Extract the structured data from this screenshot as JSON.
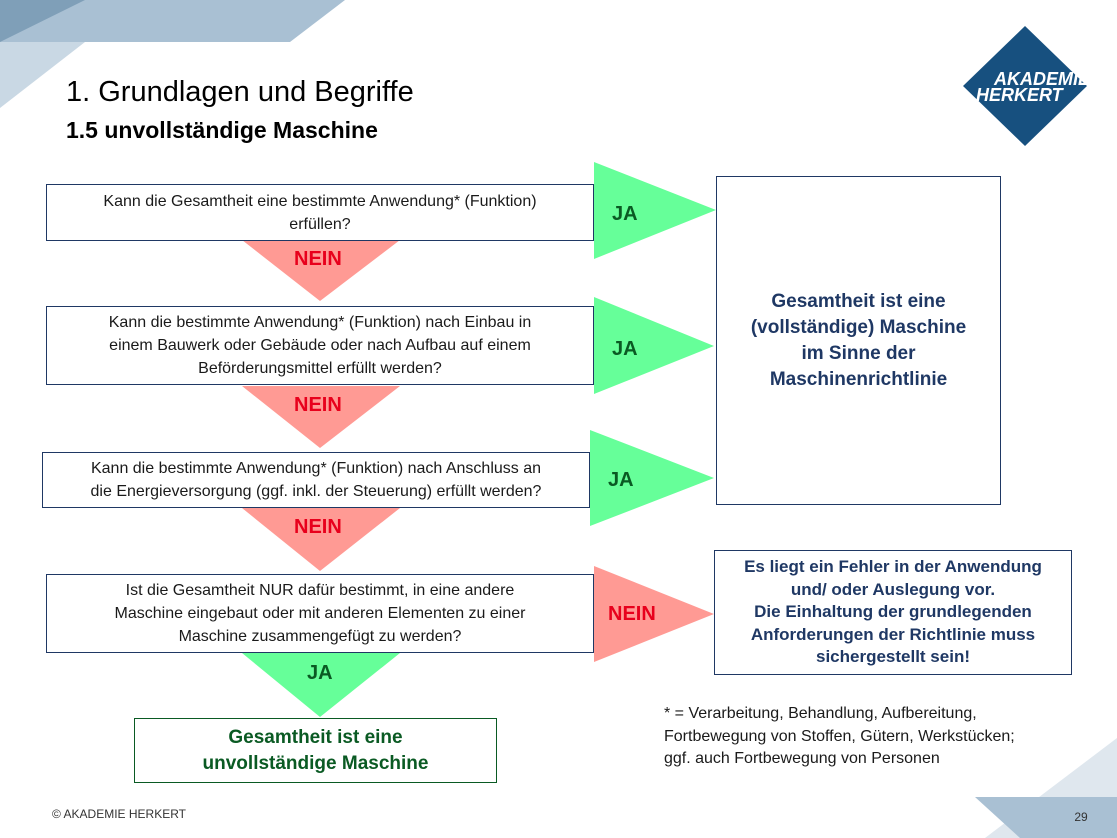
{
  "header": {
    "title": "1. Grundlagen und Begriffe",
    "subtitle": "1.5 unvollständige Maschine"
  },
  "logo": {
    "line1": "AKADEMIE",
    "line2": "HERKERT",
    "color": "#17507f"
  },
  "flow": {
    "questions": [
      [
        "Kann die Gesamtheit eine bestimmte Anwendung* (Funktion)",
        "erfüllen?"
      ],
      [
        "Kann die bestimmte Anwendung* (Funktion) nach Einbau in",
        "einem Bauwerk oder Gebäude oder nach Aufbau auf einem",
        "Beförderungsmittel erfüllt werden?"
      ],
      [
        "Kann die bestimmte Anwendung* (Funktion) nach Anschluss an",
        "die Energieversorgung (ggf. inkl. der Steuerung) erfüllt werden?"
      ],
      [
        "Ist die Gesamtheit NUR dafür bestimmt, in eine andere",
        "Maschine eingebaut oder mit anderen Elementen zu einer",
        "Maschine zusammengefügt zu werden?"
      ]
    ],
    "yes_label": "JA",
    "no_label": "NEIN",
    "result_machine": [
      "Gesamtheit ist eine",
      "(vollständige) Maschine",
      "im Sinne der",
      "Maschinenrichtlinie"
    ],
    "result_error": [
      "Es liegt ein Fehler in der Anwendung",
      "und/ oder Auslegung vor.",
      "Die Einhaltung der grundlegenden",
      "Anforderungen der Richtlinie muss",
      "sichergestellt sein!"
    ],
    "result_incomplete": [
      "Gesamtheit ist eine",
      "unvollständige Maschine"
    ]
  },
  "footnote": [
    "* = Verarbeitung, Behandlung, Aufbereitung,",
    "Fortbewegung von Stoffen, Gütern, Werkstücken;",
    "ggf. auch Fortbewegung von Personen"
  ],
  "footer": {
    "copyright": "© AKADEMIE HERKERT",
    "page": "29"
  },
  "colors": {
    "yes_arrow": "#66ff99",
    "no_arrow": "#ff9a94",
    "no_text": "#e8001c",
    "yes_text": "#0a5a23",
    "box_border": "#1f3864",
    "deco": "#a9c0d3"
  }
}
